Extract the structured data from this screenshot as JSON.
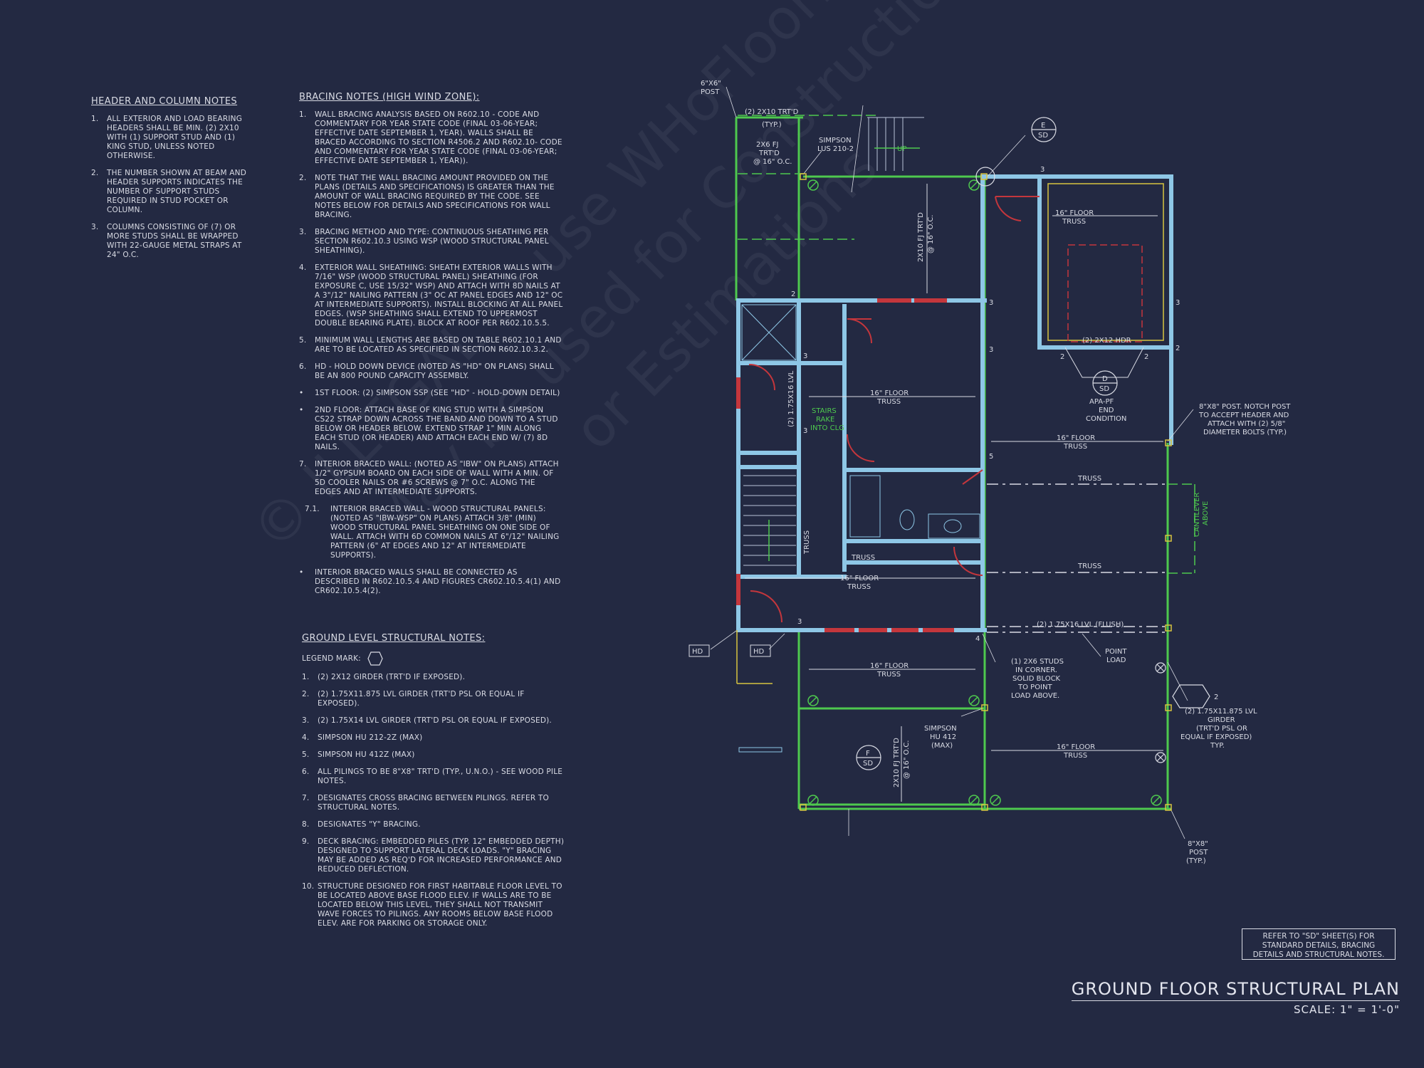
{
  "header_notes": {
    "title": "HEADER AND COLUMN NOTES",
    "items": [
      {
        "num": "1.",
        "text": "ALL EXTERIOR AND LOAD BEARING HEADERS SHALL BE MIN. (2) 2x10 WITH (1) SUPPORT STUD AND (1) KING STUD, UNLESS NOTED OTHERWISE."
      },
      {
        "num": "2.",
        "text": "THE NUMBER SHOWN AT BEAM AND HEADER SUPPORTS INDICATES THE NUMBER OF SUPPORT STUDS REQUIRED IN STUD POCKET OR COLUMN."
      },
      {
        "num": "3.",
        "text": "COLUMNS CONSISTING OF (7) OR MORE STUDS SHALL BE WRAPPED WITH 22-GAUGE METAL STRAPS AT 24\" O.C."
      }
    ]
  },
  "bracing_notes": {
    "title": "BRACING NOTES (HIGH WIND ZONE):",
    "items": [
      {
        "num": "1.",
        "text": "WALL BRACING ANALYSIS BASED ON R602.10 - CODE AND COMMENTARY FOR YEAR STATE CODE (FINAL 03-06-YEAR; EFFECTIVE DATE SEPTEMBER 1, YEAR). WALLS SHALL BE BRACED ACCORDING TO SECTION R4506.2 AND R602.10- CODE AND COMMENTARY FOR YEAR STATE CODE (FINAL 03-06-YEAR; EFFECTIVE DATE SEPTEMBER 1, YEAR))."
      },
      {
        "num": "2.",
        "text": "NOTE THAT THE WALL BRACING AMOUNT PROVIDED ON THE PLANS (DETAILS AND SPECIFICATIONS) IS GREATER THAN THE AMOUNT OF WALL BRACING REQUIRED BY THE CODE. SEE NOTES BELOW FOR DETAILS AND SPECIFICATIONS FOR WALL BRACING."
      },
      {
        "num": "3.",
        "text": "BRACING METHOD AND TYPE: CONTINUOUS SHEATHING PER SECTION R602.10.3 USING WSP (WOOD STRUCTURAL PANEL SHEATHING)."
      },
      {
        "num": "4.",
        "text": "EXTERIOR WALL SHEATHING: SHEATH EXTERIOR WALLS WITH 7/16\" WSP (WOOD STRUCTURAL PANEL) SHEATHING (FOR EXPOSURE C, USE 15/32\" WSP) AND ATTACH WITH 8d NAILS AT A 3\"/12\" NAILING PATTERN (3\" OC AT PANEL EDGES AND 12\" OC AT INTERMEDIATE SUPPORTS). INSTALL BLOCKING AT ALL PANEL EDGES. (WSP SHEATHING SHALL EXTEND TO UPPERMOST DOUBLE BEARING PLATE). BLOCK AT ROOF PER R602.10.5.5."
      },
      {
        "num": "5.",
        "text": "MINIMUM WALL LENGTHS ARE BASED ON TABLE R602.10.1 AND ARE TO BE LOCATED AS SPECIFIED IN SECTION R602.10.3.2."
      },
      {
        "num": "6.",
        "text": "HD - HOLD DOWN DEVICE (NOTED AS \"HD\" ON PLANS) SHALL BE AN 800 POUND CAPACITY ASSEMBLY."
      },
      {
        "num": "•",
        "text": "1ST FLOOR: (2) SIMPSON SSP (SEE \"HD\" - HOLD-DOWN DETAIL)"
      },
      {
        "num": "•",
        "text": "2ND FLOOR: ATTACH BASE OF KING STUD WITH A SIMPSON CS22 STRAP DOWN ACROSS THE BAND AND DOWN TO A STUD BELOW OR HEADER BELOW. EXTEND STRAP 1\" MIN ALONG EACH STUD (OR HEADER) AND ATTACH EACH END W/ (7) 8d NAILS."
      },
      {
        "num": "7.",
        "text": "INTERIOR BRACED WALL: (NOTED AS \"IBW\" ON PLANS) ATTACH 1/2\" GYPSUM BOARD ON EACH SIDE OF WALL WITH A MIN. OF 5d COOLER NAILS OR #6 SCREWS @ 7\" O.C. ALONG THE EDGES AND AT INTERMEDIATE SUPPORTS."
      },
      {
        "num": "7.1.",
        "text": "INTERIOR BRACED WALL - WOOD STRUCTURAL PANELS: (NOTED AS \"IBW-WSP\" ON PLANS) ATTACH 3/8\" (MIN) WOOD STRUCTURAL PANEL SHEATHING ON ONE SIDE OF WALL. ATTACH WITH 6d COMMON NAILS AT 6\"/12\" NAILING PATTERN (6\" AT EDGES AND 12\" AT INTERMEDIATE SUPPORTS).",
        "sub": true
      },
      {
        "num": "•",
        "text": "INTERIOR BRACED WALLS SHALL BE CONNECTED AS DESCRIBED IN R602.10.5.4 AND FIGURES CR602.10.5.4(1) AND CR602.10.5.4(2)."
      }
    ]
  },
  "ground_notes": {
    "title": "GROUND LEVEL STRUCTURAL NOTES:",
    "legend_label": "LEGEND MARK:",
    "items": [
      {
        "num": "1.",
        "text": "(2) 2x12 GIRDER (TRT'D IF EXPOSED)."
      },
      {
        "num": "2.",
        "text": "(2) 1.75x11.875 LVL GIRDER (TRT'D PSL OR EQUAL IF EXPOSED)."
      },
      {
        "num": "3.",
        "text": "(2) 1.75x14 LVL GIRDER (TRT'D PSL OR EQUAL IF EXPOSED)."
      },
      {
        "num": "4.",
        "text": "SIMPSON HU 212-2Z (MAX)"
      },
      {
        "num": "5.",
        "text": "SIMPSON HU 412Z (MAX)"
      },
      {
        "num": "6.",
        "text": "ALL PILINGS TO BE 8\"x8\" TRT'D (TYP., U.N.O.) - SEE WOOD PILE NOTES."
      },
      {
        "num": "7.",
        "text": "DESIGNATES CROSS BRACING BETWEEN PILINGS. REFER TO STRUCTURAL NOTES."
      },
      {
        "num": "8.",
        "text": "DESIGNATES \"Y\" BRACING."
      },
      {
        "num": "9.",
        "text": "DECK BRACING: EMBEDDED PILES (TYP. 12\" EMBEDDED DEPTH) DESIGNED TO SUPPORT LATERAL DECK LOADS. \"Y\" BRACING MAY BE ADDED AS REQ'D FOR INCREASED PERFORMANCE AND REDUCED DEFLECTION."
      },
      {
        "num": "10.",
        "text": "STRUCTURE DESIGNED FOR FIRST HABITABLE FLOOR LEVEL TO BE LOCATED ABOVE BASE FLOOD ELEV. IF WALLS ARE TO BE LOCATED BELOW THIS LEVEL, THEY SHALL NOT TRANSMIT WAVE FORCES TO PILINGS. ANY ROOMS BELOW BASE FLOOD ELEV. ARE FOR PARKING OR STORAGE ONLY."
      }
    ]
  },
  "plan_labels": {
    "post_6x6": [
      "6\"x6\"",
      "POST"
    ],
    "trtd_2x10": "(2) 2x10 TRT'D",
    "typ": "(TYP.)",
    "fj_2x6": [
      "2x6 FJ",
      "TRT'D",
      "@ 16\" O.C."
    ],
    "simpson_lus": [
      "SIMPSON",
      "LUS 210-2"
    ],
    "up": "UP",
    "fj_2x10": [
      "2x10 FJ TRT'D",
      "@ 16\" O.C."
    ],
    "floor_truss": [
      "16\" FLOOR",
      "TRUSS"
    ],
    "hdr_2x12": "(2) 2x12 HDR",
    "apa_pf": [
      "APA-PF",
      "END",
      "CONDITION"
    ],
    "lvl_175x16": "(2) 1.75x16 LVL",
    "stairs_rake": [
      "STAIRS",
      "RAKE",
      "INTO CLG"
    ],
    "post_8x8_notch": [
      "8\"x8\" POST. NOTCH POST",
      "TO ACCEPT HEADER AND",
      "ATTACH WITH (2) 5/8\"",
      "DIAMETER BOLTS (TYP.)"
    ],
    "truss": "TRUSS",
    "cantilever": [
      "CANTILEVER",
      "ABOVE"
    ],
    "lvl_flush": "(2) 1.75x16 LVL (FLUSH)",
    "point_load": [
      "POINT",
      "LOAD"
    ],
    "studs_corner": [
      "(1) 2x6 STUDS",
      "IN CORNER.",
      "SOLID BLOCK",
      "TO POINT",
      "LOAD ABOVE."
    ],
    "hd": "HD",
    "simpson_hu": [
      "SIMPSON",
      "HU 412",
      "(MAX)"
    ],
    "girder": [
      "(2) 1.75x11.875 LVL",
      "GIRDER",
      "(TRT'D PSL OR",
      "EQUAL IF EXPOSED)",
      "TYP."
    ],
    "post_8x8": [
      "8\"x8\"",
      "POST",
      "(TYP.)"
    ],
    "tag_e": "E",
    "tag_d": "D",
    "tag_f": "F",
    "tag_sd": "SD",
    "legend_2": "2",
    "stud_counts": [
      "3",
      "2",
      "3",
      "3",
      "3",
      "2",
      "2",
      "2",
      "3",
      "5",
      "3",
      "3",
      "4"
    ]
  },
  "ref_box": [
    "REFER TO \"SD\" SHEET(S) FOR",
    "STANDARD DETAILS, BRACING",
    "DETAILS AND STRUCTURAL NOTES."
  ],
  "title_block": {
    "title": "GROUND FLOOR STRUCTURAL PLAN",
    "scale": "SCALE: 1\" = 1'-0\""
  },
  "watermark": [
    "© ILLEGAL to use WHoFloorPlans.com",
    "May be used for Construction",
    "or Estimations"
  ],
  "colors": {
    "background": "#232942",
    "wall_blue": "#8ec7e6",
    "bracing_green": "#4ec94e",
    "door_red": "#c4363c",
    "hatch_yellow": "#d8c440",
    "text": "#d9dbe4"
  }
}
